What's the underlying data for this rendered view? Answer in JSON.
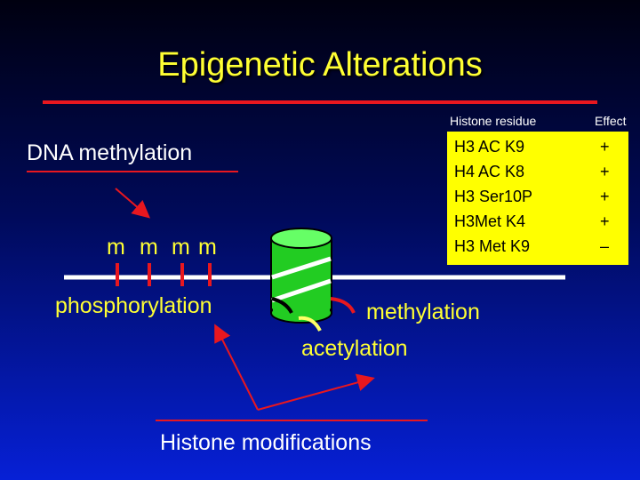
{
  "title": "Epigenetic Alterations",
  "dna_methylation_label": "DNA methylation",
  "m_marks": [
    "m",
    "m",
    "m",
    "m"
  ],
  "phosphorylation_label": "phosphorylation",
  "methylation_label": "methylation",
  "acetylation_label": "acetylation",
  "histone_modifications_label": "Histone modifications",
  "table": {
    "col_residue": "Histone residue",
    "col_effect": "Effect",
    "rows": [
      {
        "residue": "H3 AC K9",
        "effect": "+"
      },
      {
        "residue": "H4 AC K8",
        "effect": "+"
      },
      {
        "residue": "H3 Ser10P",
        "effect": "+"
      },
      {
        "residue": "H3Met K4",
        "effect": "+"
      },
      {
        "residue": "H3 Met K9",
        "effect": "–"
      }
    ]
  },
  "colors": {
    "title": "#ffff33",
    "accent_red": "#e8171f",
    "histone_green": "#22cc22",
    "table_bg": "#ffff00"
  }
}
